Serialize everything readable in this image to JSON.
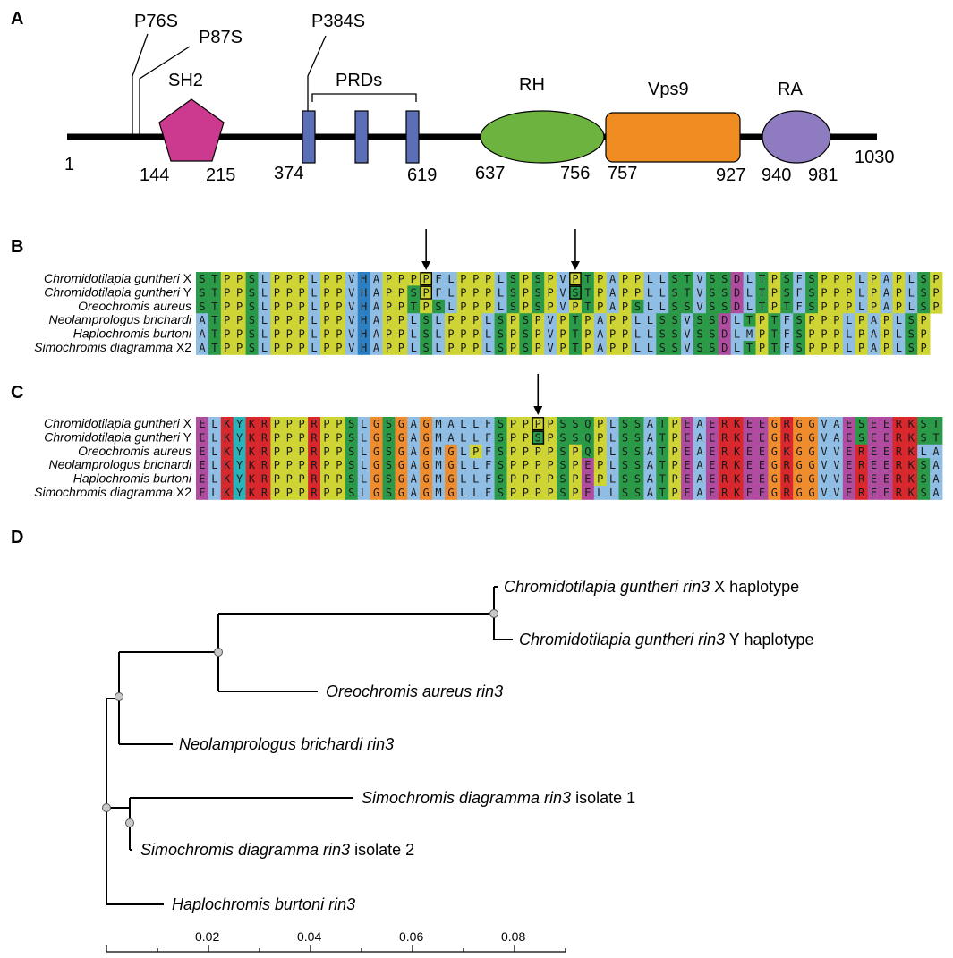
{
  "panels": {
    "a": "A",
    "b": "B",
    "c": "C",
    "d": "D"
  },
  "domain_map": {
    "length_start": "1",
    "length_end": "1030",
    "mutations": [
      {
        "label": "P76S"
      },
      {
        "label": "P87S"
      },
      {
        "label": "P384S"
      }
    ],
    "domains": [
      {
        "name": "SH2",
        "start": "144",
        "end": "215",
        "color": "#cc3a8f",
        "shape": "pentagon"
      },
      {
        "name": "RH",
        "start": "637",
        "end": "756",
        "color": "#6db33f",
        "shape": "ellipse"
      },
      {
        "name": "Vps9",
        "start": "757",
        "end": "927",
        "color": "#ef8c22",
        "shape": "rounded-rect"
      },
      {
        "name": "RA",
        "start": "940",
        "end": "981",
        "color": "#8f7bbf",
        "shape": "ellipse"
      }
    ],
    "prds": {
      "label": "PRDs",
      "start": "374",
      "end": "619",
      "color": "#5b6fb7"
    }
  },
  "alignments": [
    {
      "id": "B",
      "species": [
        {
          "genus": "Chromidotilapia guntheri",
          "suffix": " X",
          "seq": "STPPSLPPPLPPVHAPPPPFLPPPLSPSPVPTPAPPLLSTVSSDLTPSFSPPPLPAPLSP"
        },
        {
          "genus": "Chromidotilapia guntheri",
          "suffix": " Y",
          "seq": "STPPSLPPPLPPVHAPPSPFLPPPLSPSPVSTPAPPLLSTVSSDLTPSFSPPPLPAPLSP"
        },
        {
          "genus": "Oreochromis aureus",
          "suffix": "",
          "seq": "STPPSLPPPLPPVHAPPTPSLPPPLSPSPVPTPAPSLLSSVSSDLTPTFSPPPLPAPLSP"
        },
        {
          "genus": "Neolamprologus brichardi",
          "suffix": "",
          "seq": "ATPPSLPPPLPPVHAPPLSLPPPLSPSPVPTPAPPLLSSVSSDLTPTFSPPPLPAPLSP"
        },
        {
          "genus": "Haplochromis burtoni",
          "suffix": "",
          "seq": "ATPPSLPPPLPPVHAPPLSLPPPLSPSPVPTPAPPLLSSVSSDLMPTFSPPPLPAPLSP"
        },
        {
          "genus": "Simochromis diagramma",
          "suffix": " X2",
          "seq": "ATPPSLPPPLPPVHAPPLSLPPPLSPSPVPTPAPPLLSSVSSDLTPTFSPPPLPAPLSP"
        }
      ],
      "marked_columns": [
        18,
        30
      ]
    },
    {
      "id": "C",
      "species": [
        {
          "genus": "Chromidotilapia guntheri",
          "suffix": " X",
          "seq": "ELKYKRPPPRPPSLGSGAGMALLFSPPPPSSQPLSSATPEAERKEEGRGGVAESEERKST"
        },
        {
          "genus": "Chromidotilapia guntheri",
          "suffix": " Y",
          "seq": "ELKYKRPPPRPPSLGSGAGMALLFSPPSPSSQPLSSATPEAERKEEGRGGVAESEERKST"
        },
        {
          "genus": "Oreochromis aureus",
          "suffix": "",
          "seq": "ELKYKRPPPRPPSLGSGAGMGLPFSPPPPSPQPLSSATPEAERKEEGKGGVVEREERKLA"
        },
        {
          "genus": "Neolamprologus brichardi",
          "suffix": "",
          "seq": "ELKYKRPPPRPPSLGSGAGMGLLFSPPPPSPEPLSSATPEAERKEEGRGGVVEREERKSA"
        },
        {
          "genus": "Haplochromis burtoni",
          "suffix": "",
          "seq": "ELKYKRPPPRPPSLGSGAGMGLLFSPPPPSPEPLSSATPEAERKEEGRGGVVEREERKSA"
        },
        {
          "genus": "Simochromis diagramma",
          "suffix": " X2",
          "seq": "ELKYKRPPPRPPSLGSGAGMGLLFSPPPPSPELLSSATPEAERKEEGRGGVVEREERKSA"
        }
      ],
      "marked_columns": [
        27
      ]
    }
  ],
  "residue_colors": {
    "S": "#2a9a48",
    "T": "#2a9a48",
    "P": "#cfd435",
    "L": "#8fbde4",
    "A": "#8fbde4",
    "V": "#8fbde4",
    "F": "#8fbde4",
    "M": "#8fbde4",
    "I": "#8fbde4",
    "H": "#2b7fc2",
    "D": "#b04ca0",
    "E": "#b04ca0",
    "K": "#d8282d",
    "R": "#d8282d",
    "G": "#ef8c2e",
    "Q": "#2a9a48",
    "N": "#2a9a48",
    "Y": "#29b2b7",
    "W": "#8fbde4",
    "C": "#e68a8a"
  },
  "tree": {
    "leaves": [
      {
        "italic": "Chromidotilapia guntheri rin3",
        "plain": " X haplotype"
      },
      {
        "italic": "Chromidotilapia guntheri rin3",
        "plain": " Y haplotype"
      },
      {
        "italic": "Oreochromis aureus rin3",
        "plain": ""
      },
      {
        "italic": "Neolamprologus brichardi rin3",
        "plain": ""
      },
      {
        "italic": "Simochromis diagramma rin3",
        "plain": " isolate 1"
      },
      {
        "italic": "Simochromis diagramma rin3",
        "plain": " isolate 2"
      },
      {
        "italic": "Haplochromis burtoni rin3",
        "plain": ""
      }
    ],
    "scale_ticks": [
      "0.02",
      "0.04",
      "0.06",
      "0.08"
    ]
  }
}
